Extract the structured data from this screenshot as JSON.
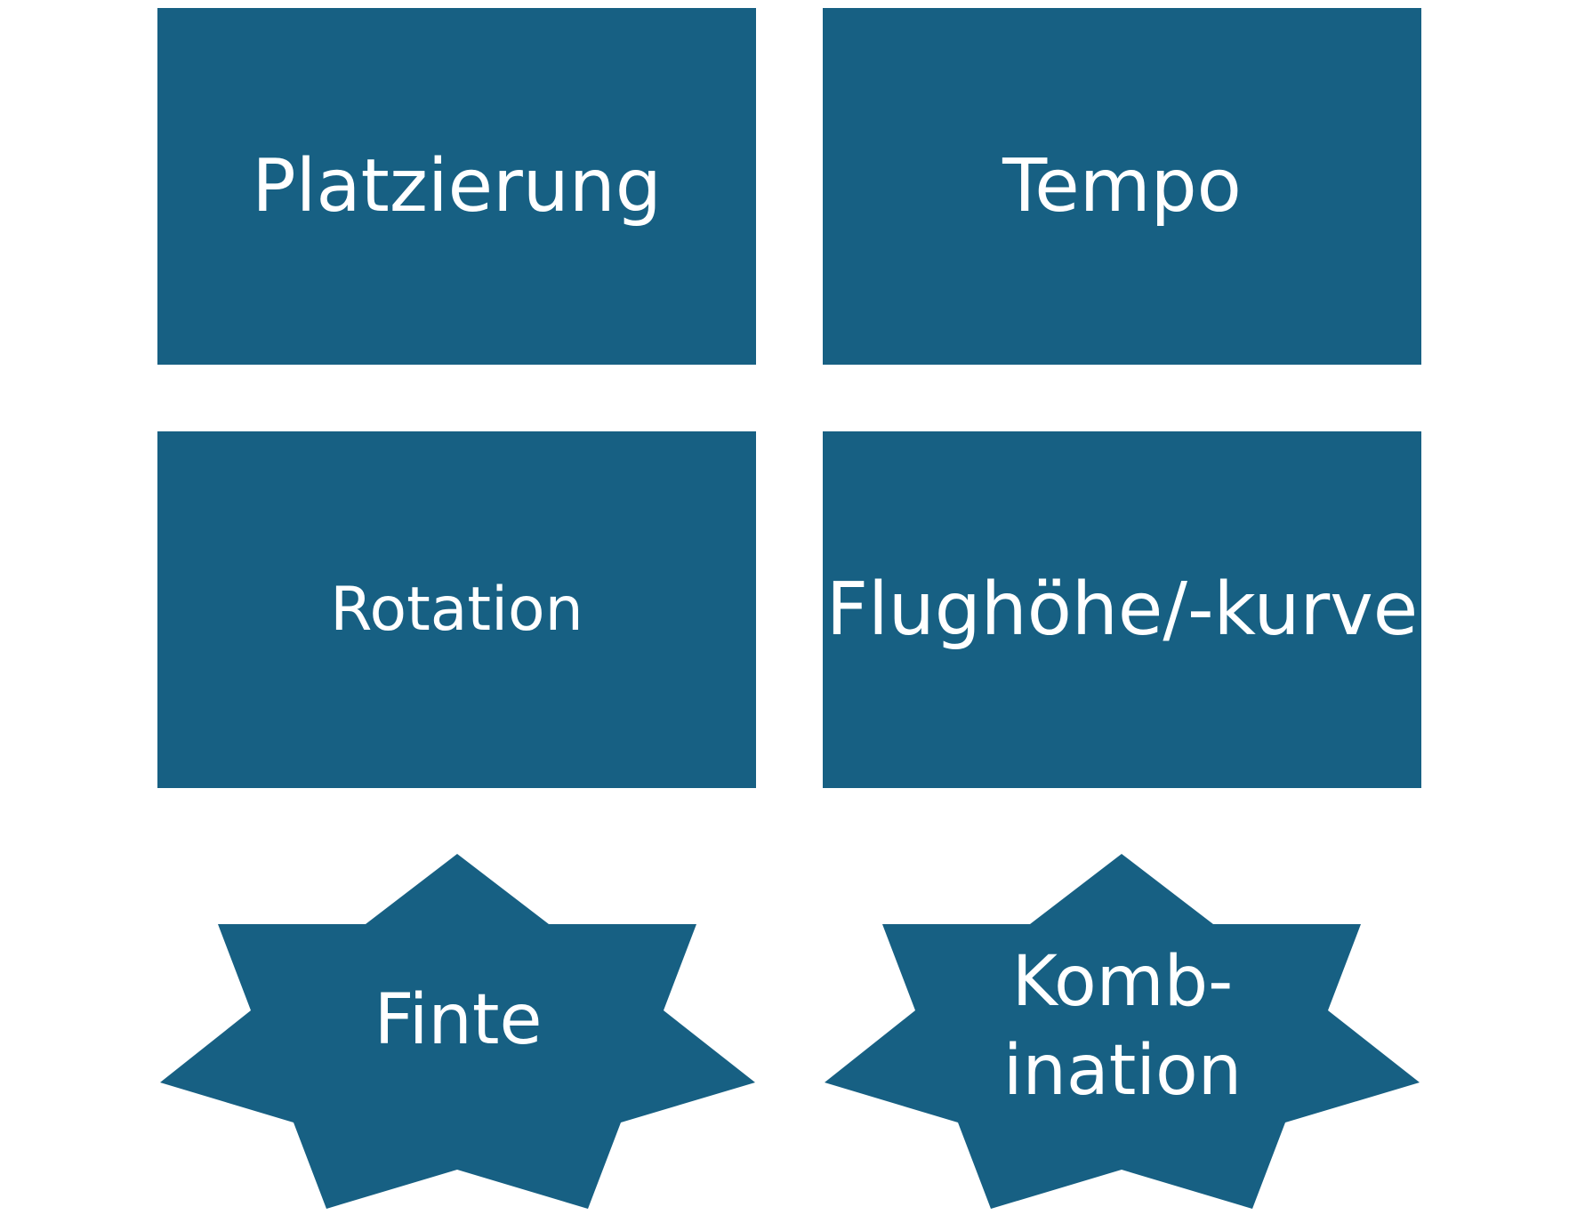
{
  "colors": {
    "shape_fill": "#176083",
    "text": "#ffffff",
    "background": "#ffffff"
  },
  "boxes": {
    "platzierung": "Platzierung",
    "tempo": "Tempo",
    "rotation": "Rotation",
    "flughoehe": "Flughöhe/-kurve"
  },
  "stars": {
    "finte": "Finte",
    "kombination_line1": "Komb-",
    "kombination_line2": "ination"
  }
}
